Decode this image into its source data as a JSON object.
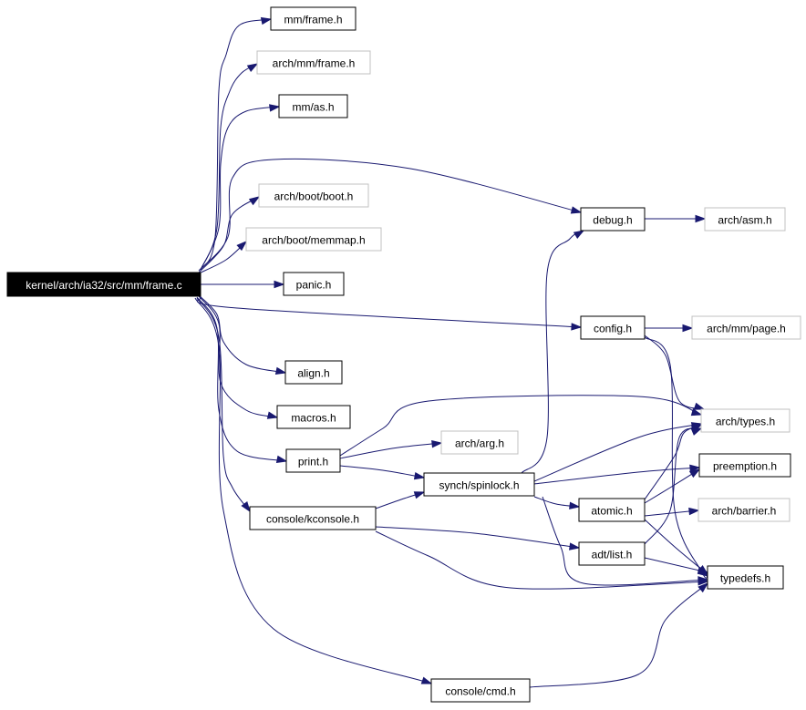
{
  "diagram": {
    "root": "kernel/arch/ia32/src/mm/frame.c",
    "nodes": {
      "frame_c": {
        "label": "kernel/arch/ia32/src/mm/frame.c",
        "style": "root"
      },
      "mm_frame_h": {
        "label": "mm/frame.h",
        "style": "normal"
      },
      "arch_mm_frame_h": {
        "label": "arch/mm/frame.h",
        "style": "external"
      },
      "mm_as_h": {
        "label": "mm/as.h",
        "style": "normal"
      },
      "arch_boot_boot_h": {
        "label": "arch/boot/boot.h",
        "style": "external"
      },
      "arch_boot_memmap_h": {
        "label": "arch/boot/memmap.h",
        "style": "external"
      },
      "panic_h": {
        "label": "panic.h",
        "style": "normal"
      },
      "debug_h": {
        "label": "debug.h",
        "style": "normal"
      },
      "arch_asm_h": {
        "label": "arch/asm.h",
        "style": "external"
      },
      "config_h": {
        "label": "config.h",
        "style": "normal"
      },
      "arch_mm_page_h": {
        "label": "arch/mm/page.h",
        "style": "external"
      },
      "align_h": {
        "label": "align.h",
        "style": "normal"
      },
      "macros_h": {
        "label": "macros.h",
        "style": "normal"
      },
      "print_h": {
        "label": "print.h",
        "style": "normal"
      },
      "arch_arg_h": {
        "label": "arch/arg.h",
        "style": "external"
      },
      "synch_spinlock_h": {
        "label": "synch/spinlock.h",
        "style": "normal"
      },
      "console_kconsole_h": {
        "label": "console/kconsole.h",
        "style": "normal"
      },
      "atomic_h": {
        "label": "atomic.h",
        "style": "normal"
      },
      "adt_list_h": {
        "label": "adt/list.h",
        "style": "normal"
      },
      "arch_types_h": {
        "label": "arch/types.h",
        "style": "external"
      },
      "preemption_h": {
        "label": "preemption.h",
        "style": "normal"
      },
      "arch_barrier_h": {
        "label": "arch/barrier.h",
        "style": "external"
      },
      "typedefs_h": {
        "label": "typedefs.h",
        "style": "normal"
      },
      "console_cmd_h": {
        "label": "console/cmd.h",
        "style": "normal"
      }
    },
    "edges": [
      [
        "frame_c",
        "mm_frame_h"
      ],
      [
        "frame_c",
        "arch_mm_frame_h"
      ],
      [
        "frame_c",
        "mm_as_h"
      ],
      [
        "frame_c",
        "debug_h"
      ],
      [
        "frame_c",
        "arch_boot_boot_h"
      ],
      [
        "frame_c",
        "arch_boot_memmap_h"
      ],
      [
        "frame_c",
        "panic_h"
      ],
      [
        "frame_c",
        "config_h"
      ],
      [
        "frame_c",
        "align_h"
      ],
      [
        "frame_c",
        "macros_h"
      ],
      [
        "frame_c",
        "print_h"
      ],
      [
        "frame_c",
        "console_kconsole_h"
      ],
      [
        "frame_c",
        "console_cmd_h"
      ],
      [
        "debug_h",
        "arch_asm_h"
      ],
      [
        "config_h",
        "arch_mm_page_h"
      ],
      [
        "config_h",
        "arch_types_h"
      ],
      [
        "config_h",
        "typedefs_h"
      ],
      [
        "print_h",
        "arch_types_h"
      ],
      [
        "print_h",
        "arch_arg_h"
      ],
      [
        "print_h",
        "synch_spinlock_h"
      ],
      [
        "synch_spinlock_h",
        "debug_h"
      ],
      [
        "synch_spinlock_h",
        "arch_types_h"
      ],
      [
        "synch_spinlock_h",
        "preemption_h"
      ],
      [
        "synch_spinlock_h",
        "atomic_h"
      ],
      [
        "synch_spinlock_h",
        "typedefs_h"
      ],
      [
        "console_kconsole_h",
        "synch_spinlock_h"
      ],
      [
        "console_kconsole_h",
        "adt_list_h"
      ],
      [
        "console_kconsole_h",
        "typedefs_h"
      ],
      [
        "atomic_h",
        "arch_types_h"
      ],
      [
        "atomic_h",
        "preemption_h"
      ],
      [
        "atomic_h",
        "arch_barrier_h"
      ],
      [
        "atomic_h",
        "typedefs_h"
      ],
      [
        "adt_list_h",
        "arch_types_h"
      ],
      [
        "adt_list_h",
        "typedefs_h"
      ],
      [
        "console_cmd_h",
        "typedefs_h"
      ]
    ]
  }
}
